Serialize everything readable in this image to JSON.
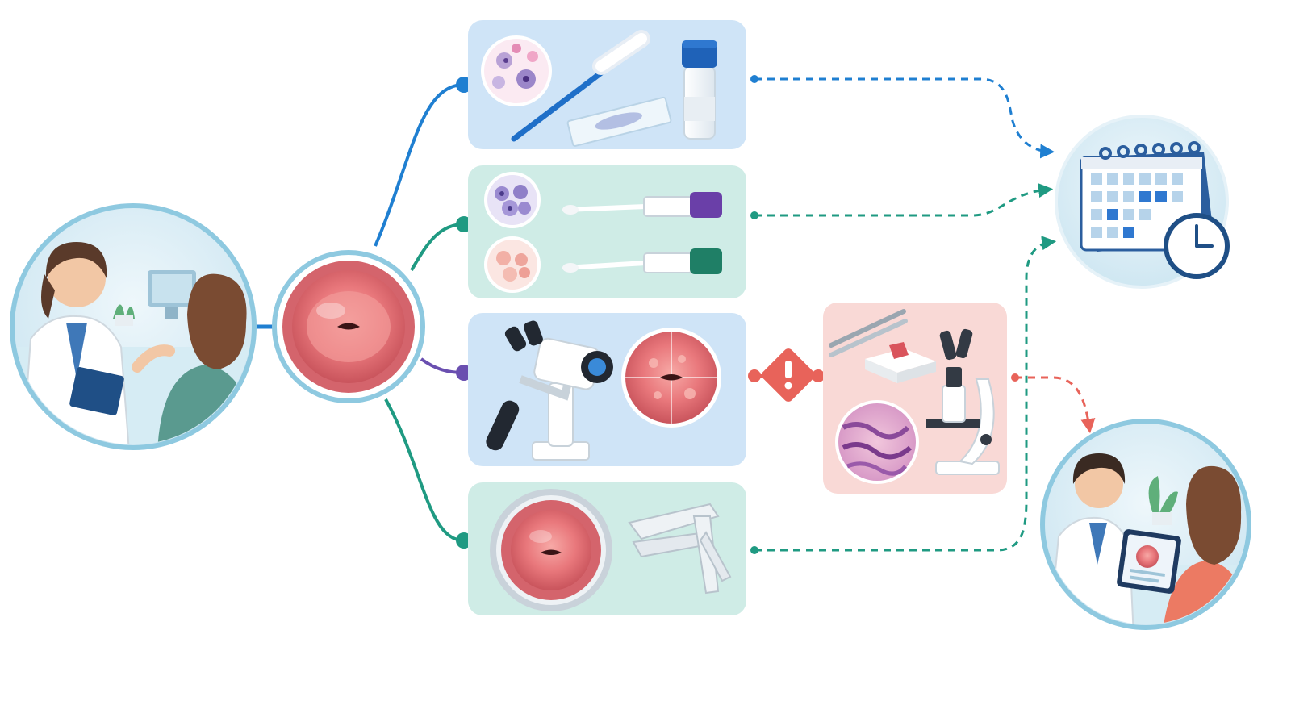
{
  "theme": {
    "blue": "#1f7fd1",
    "teal": "#1f9a82",
    "purple": "#6a4fb0",
    "red": "#e8635a",
    "panel_blue": "#cfe4f7",
    "panel_teal": "#cfece6",
    "panel_pink": "#f9d9d6",
    "circle_ring": "#8ec9e0",
    "tissue": "#e9787c"
  },
  "alert": {
    "symbol": "!"
  },
  "icons": {
    "consult": "doctor-patient-consultation",
    "cervix": "cervix-view",
    "pap": "pap-smear-kit",
    "hpv": "hpv-swab-tubes",
    "colposcopy": "colposcope",
    "visual": "speculum-visual-exam",
    "biopsy": "biopsy-microscope",
    "followup": "calendar-clock",
    "results": "results-review-tablet"
  }
}
